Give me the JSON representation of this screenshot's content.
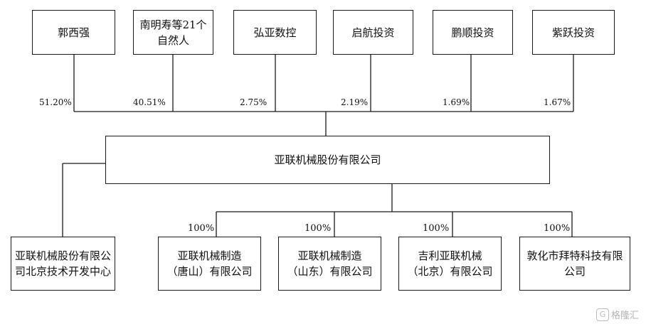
{
  "shareholders": [
    {
      "name": "郭西强",
      "pct": "51.20%"
    },
    {
      "name_l1": "南明寿等21个",
      "name_l2": "自然人",
      "pct": "40.51%"
    },
    {
      "name": "弘亚数控",
      "pct": "2.75%"
    },
    {
      "name": "启航投资",
      "pct": "2.19%"
    },
    {
      "name": "鹏顺投资",
      "pct": "1.69%"
    },
    {
      "name": "紫跃投资",
      "pct": "1.67%"
    }
  ],
  "company": "亚联机械股份有限公司",
  "branch": {
    "l1": "亚联机械股份有限公",
    "l2": "司北京技术开发中心"
  },
  "subsidiaries": [
    {
      "l1": "亚联机械制造",
      "l2": "（唐山）有限公司",
      "pct": "100%"
    },
    {
      "l1": "亚联机械制造",
      "l2": "（山东）有限公司",
      "pct": "100%"
    },
    {
      "l1": "吉利亚联机械",
      "l2": "（北京）有限公司",
      "pct": "100%"
    },
    {
      "l1": "敦化市拜特科技有限",
      "l2": "公司",
      "pct": "100%"
    }
  ],
  "watermark": "格隆汇",
  "watermark_icon": "G"
}
